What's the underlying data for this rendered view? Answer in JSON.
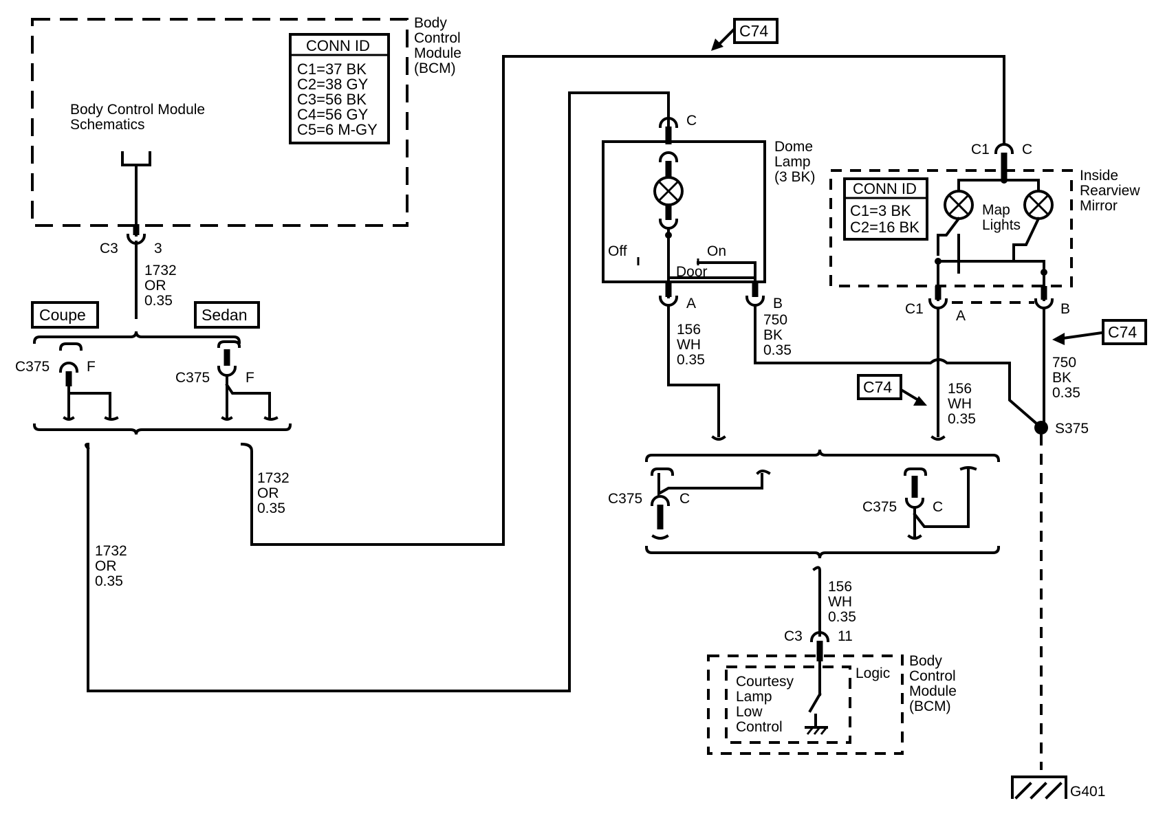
{
  "top_bcm": {
    "module_label": [
      "Body",
      "Control",
      "Module",
      "(BCM)"
    ],
    "schematics_text": [
      "Body Control Module",
      "Schematics"
    ],
    "conn_id_title": "CONN ID",
    "conn_ids": [
      "C1=37 BK",
      "C2=38 GY",
      "C3=56 BK",
      "C4=56 GY",
      "C5=6 M-GY"
    ],
    "pin_conn": "C3",
    "pin_num": "3"
  },
  "wires": {
    "w1732_top": [
      "1732",
      "OR",
      "0.35"
    ],
    "w1732_mid": [
      "1732",
      "OR",
      "0.35"
    ],
    "w1732_left": [
      "1732",
      "OR",
      "0.35"
    ],
    "w156_a": [
      "156",
      "WH",
      "0.35"
    ],
    "w750_b": [
      "750",
      "BK",
      "0.35"
    ],
    "w156_mirror": [
      "156",
      "WH",
      "0.35"
    ],
    "w750_mirror": [
      "750",
      "BK",
      "0.35"
    ],
    "w156_bottom": [
      "156",
      "WH",
      "0.35"
    ]
  },
  "variants": {
    "coupe": "Coupe",
    "sedan": "Sedan",
    "c375_left": "C375",
    "c375_right": "C375",
    "pin_f": "F"
  },
  "dome_lamp": {
    "label": [
      "Dome",
      "Lamp",
      "(3 BK)"
    ],
    "pin_c": "C",
    "pin_a": "A",
    "pin_b": "B",
    "switch_off": "Off",
    "switch_on": "On",
    "switch_door": "Door"
  },
  "mirror": {
    "label": [
      "Inside",
      "Rearview",
      "Mirror"
    ],
    "conn_id_title": "CONN ID",
    "conn_ids": [
      "C1=3 BK",
      "C2=16 BK"
    ],
    "map_lights": [
      "Map",
      "Lights"
    ],
    "top_conn": "C1",
    "top_pin": "C",
    "bottom_conn": "C1",
    "pin_a": "A",
    "pin_b": "B",
    "splice": "S375"
  },
  "c375_lower": {
    "left_conn": "C375",
    "right_conn": "C375",
    "pin": "C"
  },
  "c74_tags": [
    "C74",
    "C74",
    "C74"
  ],
  "bottom_bcm": {
    "pin_conn": "C3",
    "pin_num": "11",
    "logic": "Logic",
    "control": [
      "Courtesy",
      "Lamp",
      "Low",
      "Control"
    ],
    "module_label": [
      "Body",
      "Control",
      "Module",
      "(BCM)"
    ]
  },
  "ground": "G401"
}
